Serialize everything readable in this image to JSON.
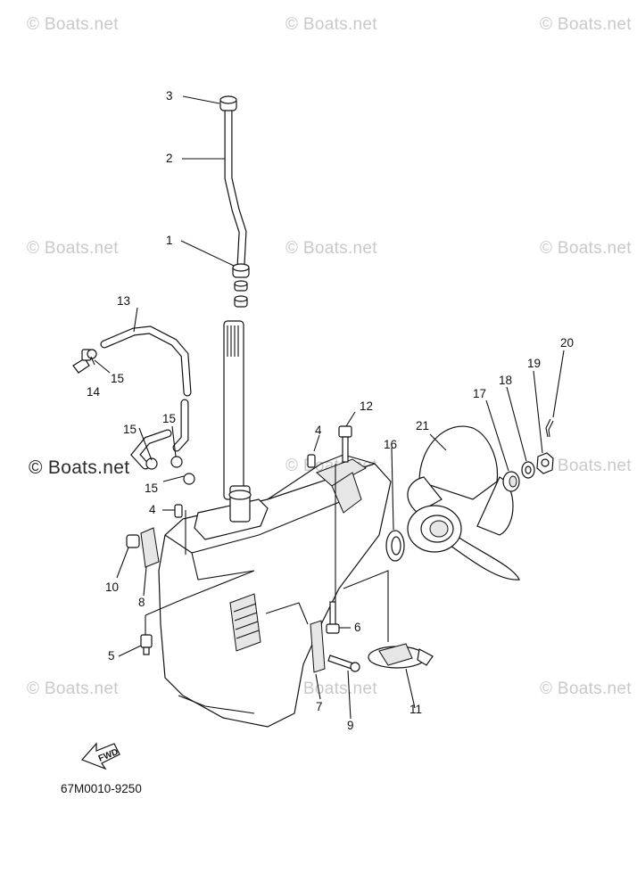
{
  "watermark": {
    "text": "© Boats.net"
  },
  "drawing_code": "67M0010-9250",
  "fwd_label": "FWD",
  "callouts": {
    "n1": "1",
    "n2": "2",
    "n3": "3",
    "n4a": "4",
    "n4b": "4",
    "n5": "5",
    "n6": "6",
    "n7": "7",
    "n8": "8",
    "n9": "9",
    "n10": "10",
    "n11": "11",
    "n12": "12",
    "n13": "13",
    "n14": "14",
    "n15a": "15",
    "n15b": "15",
    "n15c": "15",
    "n15d": "15",
    "n16": "16",
    "n17": "17",
    "n18": "18",
    "n19": "19",
    "n20": "20",
    "n21": "21"
  }
}
